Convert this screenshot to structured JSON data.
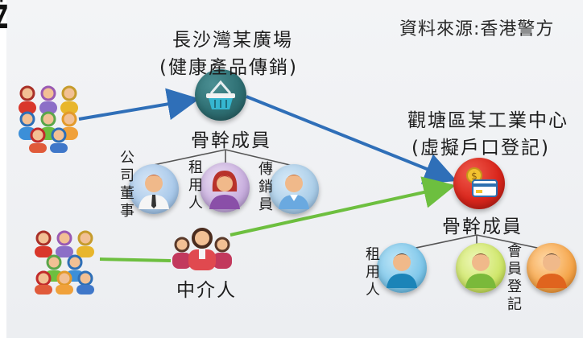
{
  "source": "資料來源:香港警方",
  "left_site": {
    "name": "長沙灣某廣場",
    "purpose": "(健康產品傳銷)",
    "core_label": "骨幹成員",
    "members": [
      {
        "label": "公司董事"
      },
      {
        "label": "租用人"
      },
      {
        "label": "傳銷員"
      }
    ]
  },
  "right_site": {
    "name": "觀塘區某工業中心",
    "purpose": "(虛擬戶口登記)",
    "core_label": "骨幹成員",
    "members": [
      {
        "label": "租用人"
      },
      {
        "label": "會員登記"
      }
    ]
  },
  "agent": {
    "label": "中介人"
  },
  "colors": {
    "blue_arrow": "#2f6fb8",
    "green_arrow": "#6dbf3f",
    "basket_circle": "#2e6f73",
    "card_circle": "#d9261c"
  }
}
